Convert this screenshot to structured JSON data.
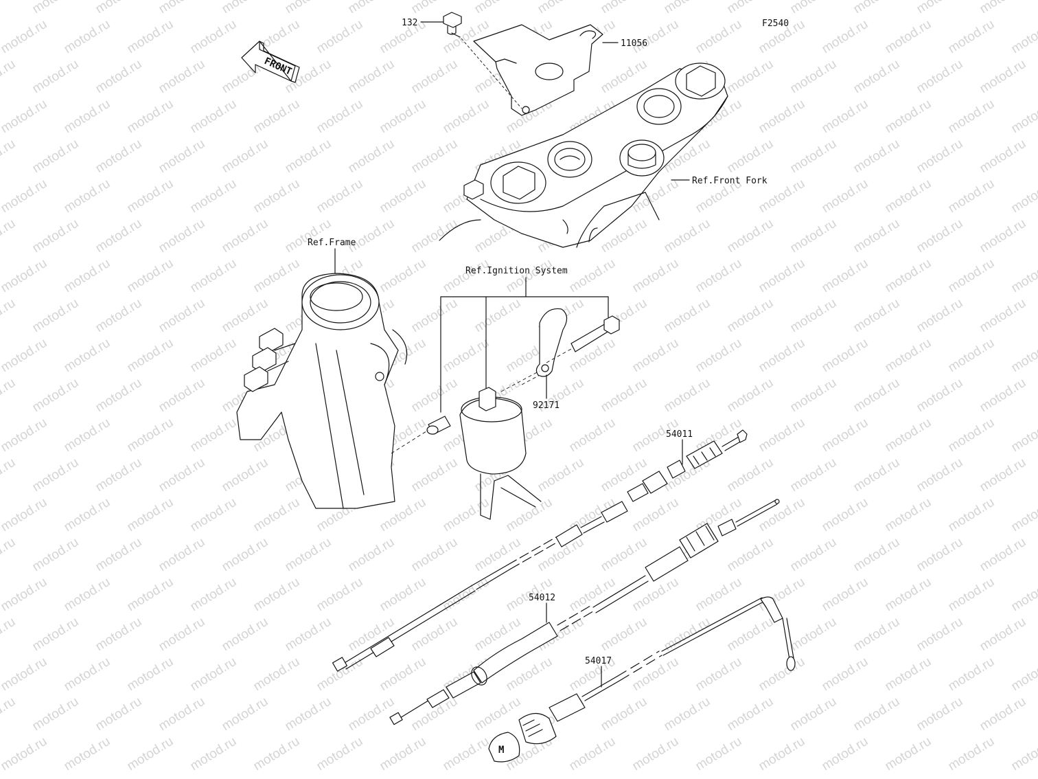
{
  "diagram_code": "F2540",
  "watermark": "motod.ru",
  "front_arrow": "FRONT",
  "labels": {
    "p132": "132",
    "p11056": "11056",
    "ref_front_fork": "Ref.Front Fork",
    "ref_frame": "Ref.Frame",
    "ref_ignition": "Ref.Ignition System",
    "p92171": "92171",
    "p54011": "54011",
    "p54012": "54012",
    "p54017": "54017"
  }
}
